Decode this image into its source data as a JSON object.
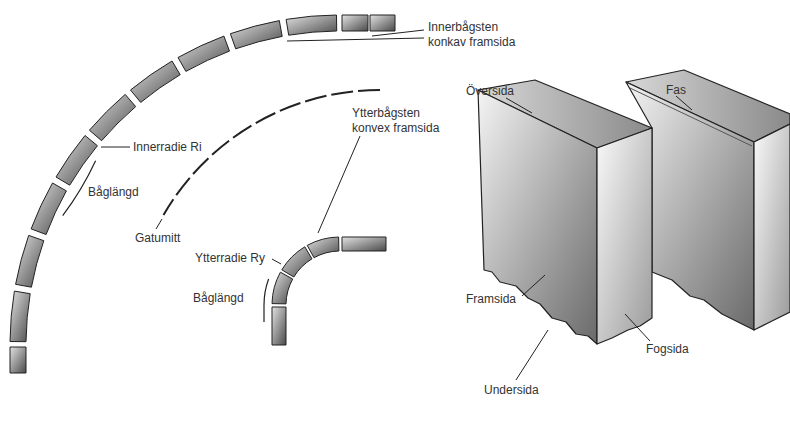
{
  "diagram": {
    "labels": [
      "Innerbågsten konkav framsida",
      "Innerradie Ri",
      "Båglängd",
      "Gatumitt",
      "Ytterbågsten konvex framsida",
      "Ytterradie Ry",
      "Båglängd",
      "Översida",
      "Fas",
      "Framsida",
      "Fogsida",
      "Undersida"
    ]
  }
}
